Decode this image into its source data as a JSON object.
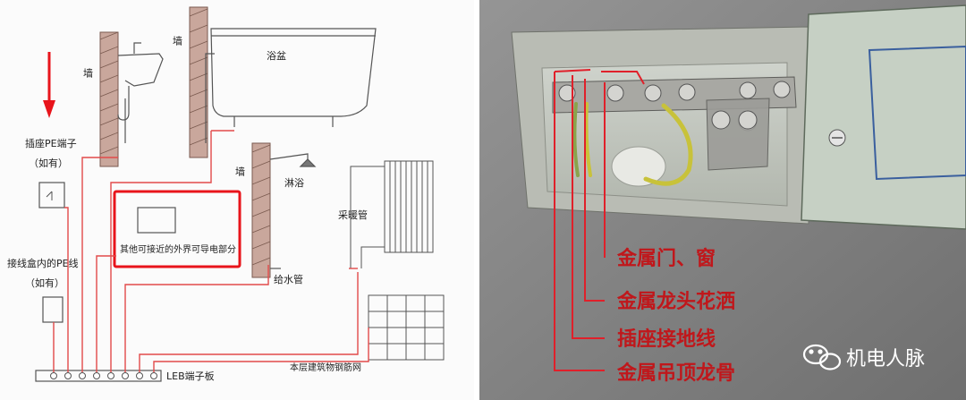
{
  "left_diagram": {
    "labels": {
      "wall_1": "墙",
      "wall_2": "墙",
      "wall_3": "墙",
      "bathtub": "浴盆",
      "shower": "淋浴",
      "socket_pe": "插座PE端子",
      "socket_pe_note": "（如有）",
      "junction_pe": "接线盒内的PE线",
      "junction_pe_note": "（如有）",
      "other_parts": "其他可接近的外界可导电部分",
      "heating_pipe": "采暖管",
      "water_pipe": "给水管",
      "leb": "LEB端子板",
      "rebar_mesh": "本层建筑物钢筋网"
    },
    "colors": {
      "wire": "#e24a4a",
      "highlight": "#e8141b",
      "arrow": "#e8141b"
    }
  },
  "right_photo": {
    "callouts": [
      {
        "text": "金属门、窗"
      },
      {
        "text": "金属龙头花洒"
      },
      {
        "text": "插座接地线"
      },
      {
        "text": "金属吊顶龙骨"
      }
    ],
    "watermark": "机电人脉",
    "colors": {
      "callout_text": "#c0171b",
      "callout_line": "#e0202a",
      "wall": "#8a8a8a",
      "yellow_green_wire": "#c8c23a"
    }
  }
}
